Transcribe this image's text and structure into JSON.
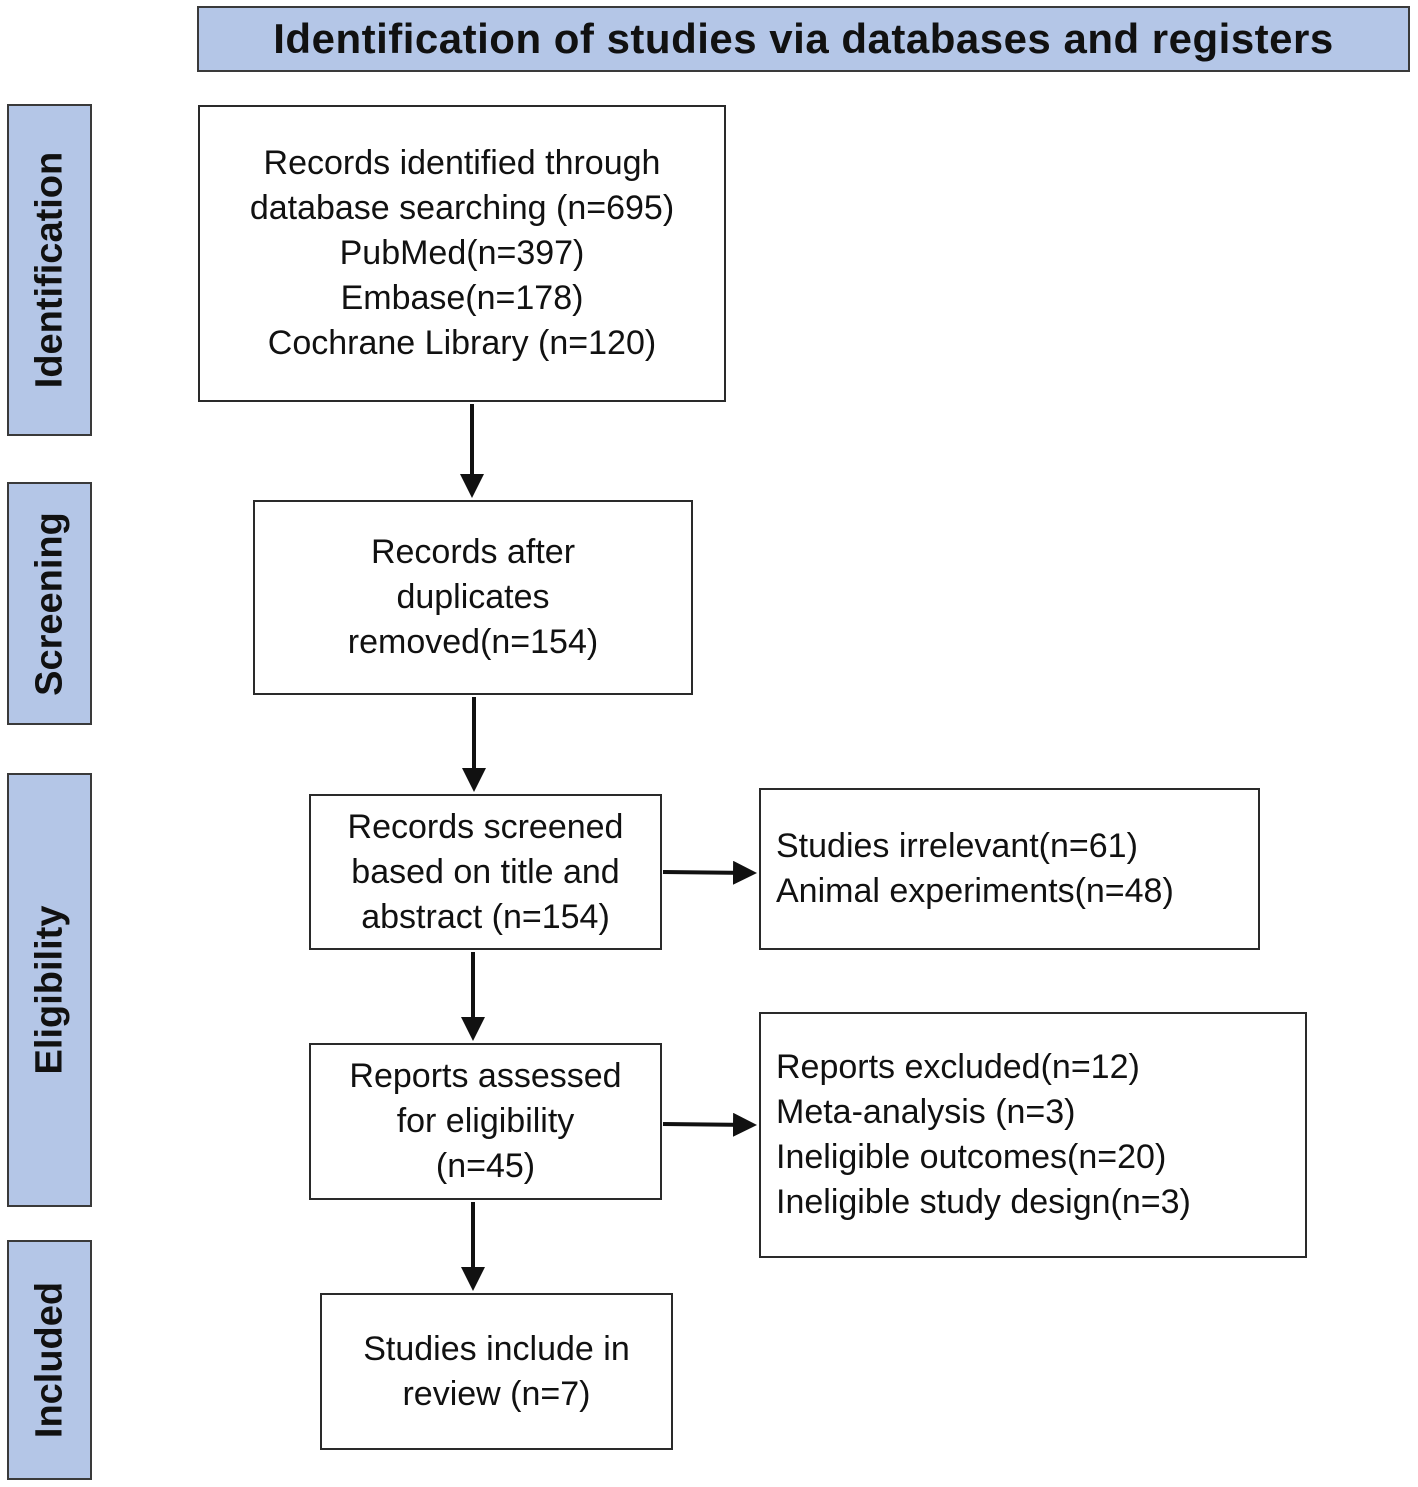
{
  "header": {
    "title": "Identification of studies via databases and registers"
  },
  "stages": {
    "identification": "Identification",
    "screening": "Screening",
    "eligibility": "Eligibility",
    "included": "Included"
  },
  "boxes": {
    "records_identified": {
      "lines": [
        "Records identified through",
        "database searching (n=695)",
        "PubMed(n=397)",
        "Embase(n=178)",
        "Cochrane Library (n=120)"
      ]
    },
    "after_duplicates": {
      "lines": [
        "Records after",
        "duplicates",
        "removed(n=154)"
      ]
    },
    "screened": {
      "lines": [
        "Records screened",
        "based on title and",
        "abstract (n=154)"
      ]
    },
    "excluded_screen": {
      "lines": [
        "Studies irrelevant(n=61)",
        "Animal experiments(n=48)"
      ]
    },
    "assessed": {
      "lines": [
        "Reports assessed",
        "for eligibility",
        "(n=45)"
      ]
    },
    "excluded_reports": {
      "lines": [
        "Reports excluded(n=12)",
        "Meta-analysis (n=3)",
        "Ineligible outcomes(n=20)",
        "Ineligible study design(n=3)"
      ]
    },
    "included": {
      "lines": [
        "Studies include in",
        "review (n=7)"
      ]
    }
  },
  "colors": {
    "header_fill": "#b4c6e7",
    "stage_fill": "#b4c6e7",
    "border": "#2a2a2a",
    "arrow": "#111111"
  }
}
